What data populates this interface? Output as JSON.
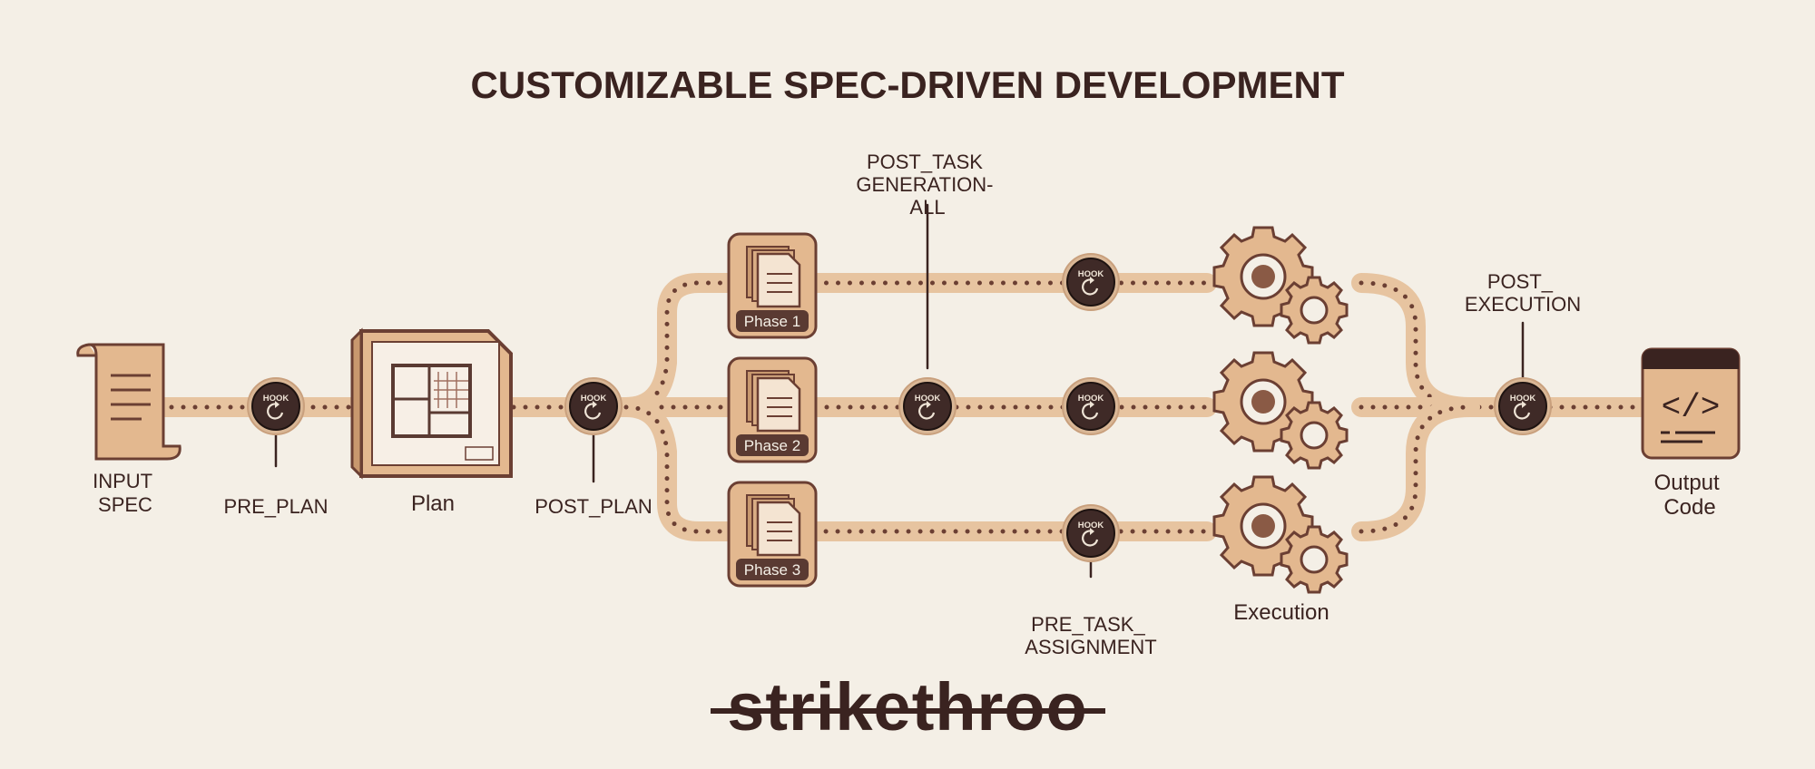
{
  "title": "CUSTOMIZABLE SPEC-DRIVEN DEVELOPMENT",
  "hook_text": "HOOK",
  "hook_icon": "refresh-icon",
  "nodes": {
    "input_spec": [
      "INPUT",
      "SPEC"
    ],
    "plan": "Plan",
    "phases": [
      "Phase 1",
      "Phase 2",
      "Phase 3"
    ],
    "execution": "Execution",
    "output_code": [
      "Output",
      "Code"
    ],
    "output_glyph": "</>"
  },
  "hook_labels": {
    "pre_plan": [
      "PRE_PLAN"
    ],
    "post_plan": [
      "POST_PLAN"
    ],
    "post_task_generation_all": [
      "POST_TASK",
      "GENERATION-",
      "ALL"
    ],
    "pre_task_assignment": [
      "PRE_TASK_",
      "ASSIGNMENT"
    ],
    "post_execution": [
      "POST_",
      "EXECUTION"
    ]
  },
  "logo": "strikethroo",
  "colors": {
    "background": "#f4efe6",
    "track": "#e7c4a0",
    "track_dots": "#6b3f33",
    "tan_fill": "#e3b88f",
    "dark": "#3a2320",
    "hook_fill": "#3f2a27"
  }
}
